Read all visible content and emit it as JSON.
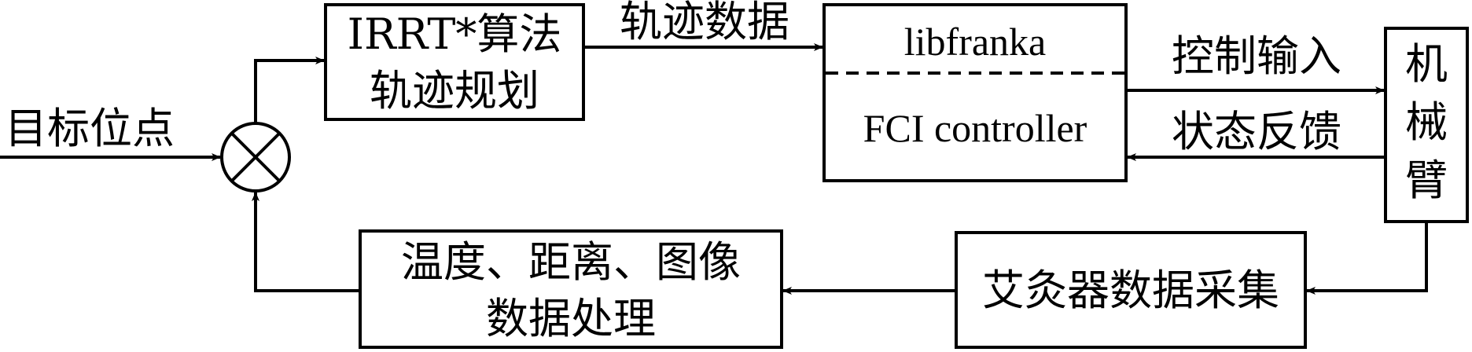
{
  "input": {
    "target_label": "目标位点"
  },
  "blocks": {
    "planner": {
      "line1": "IRRT*算法",
      "line2": "轨迹规划"
    },
    "controller": {
      "top": "libfranka",
      "bottom": "FCI controller"
    },
    "arm": {
      "line1": "机",
      "line2": "械",
      "line3": "臂"
    },
    "acquisition": {
      "label": "艾灸器数据采集"
    },
    "processing": {
      "line1": "温度、距离、图像",
      "line2": "数据处理"
    }
  },
  "edges": {
    "trajectory_data": "轨迹数据",
    "control_input": "控制输入",
    "state_feedback": "状态反馈"
  }
}
